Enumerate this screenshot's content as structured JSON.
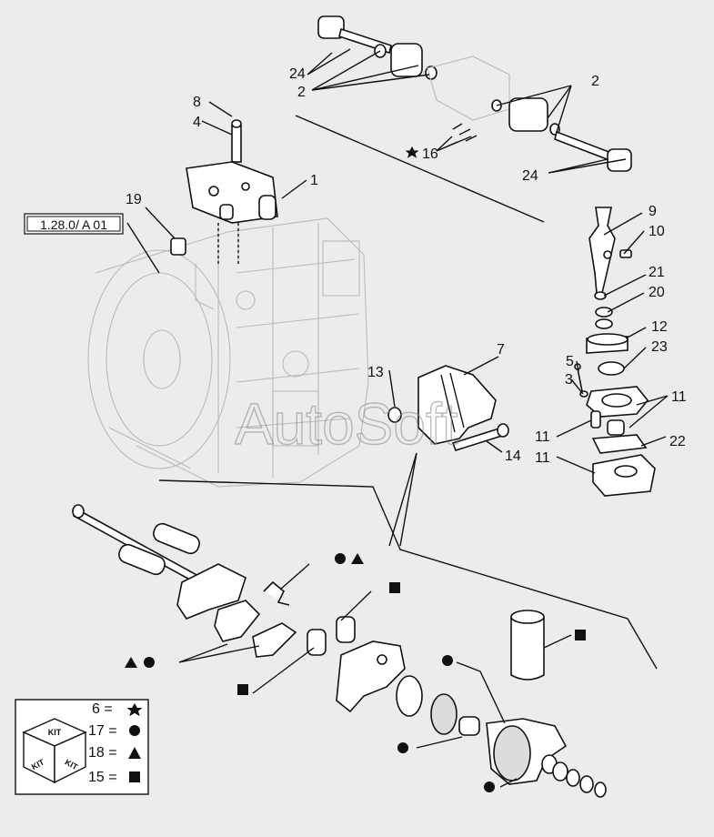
{
  "reference": "1.28.0/ A 01",
  "watermark": "AutoSoft",
  "callouts": {
    "c24a": "24",
    "c2a": "2",
    "c2b": "2",
    "c24b": "24",
    "c8": "8",
    "c4": "4",
    "c16": "16",
    "c1": "1",
    "c19": "19",
    "c9": "9",
    "c10": "10",
    "c21": "21",
    "c20": "20",
    "c12": "12",
    "c23": "23",
    "c5": "5",
    "c3": "3",
    "c13": "13",
    "c7": "7",
    "c14": "14",
    "c11a": "11",
    "c11b": "11",
    "c11c": "11",
    "c22": "22"
  },
  "kit_legend": {
    "box_label": "KIT",
    "items": [
      {
        "code": "6 =",
        "symbol": "star"
      },
      {
        "code": "17 =",
        "symbol": "circle"
      },
      {
        "code": "18 =",
        "symbol": "triangle"
      },
      {
        "code": "15 =",
        "symbol": "square"
      }
    ]
  }
}
